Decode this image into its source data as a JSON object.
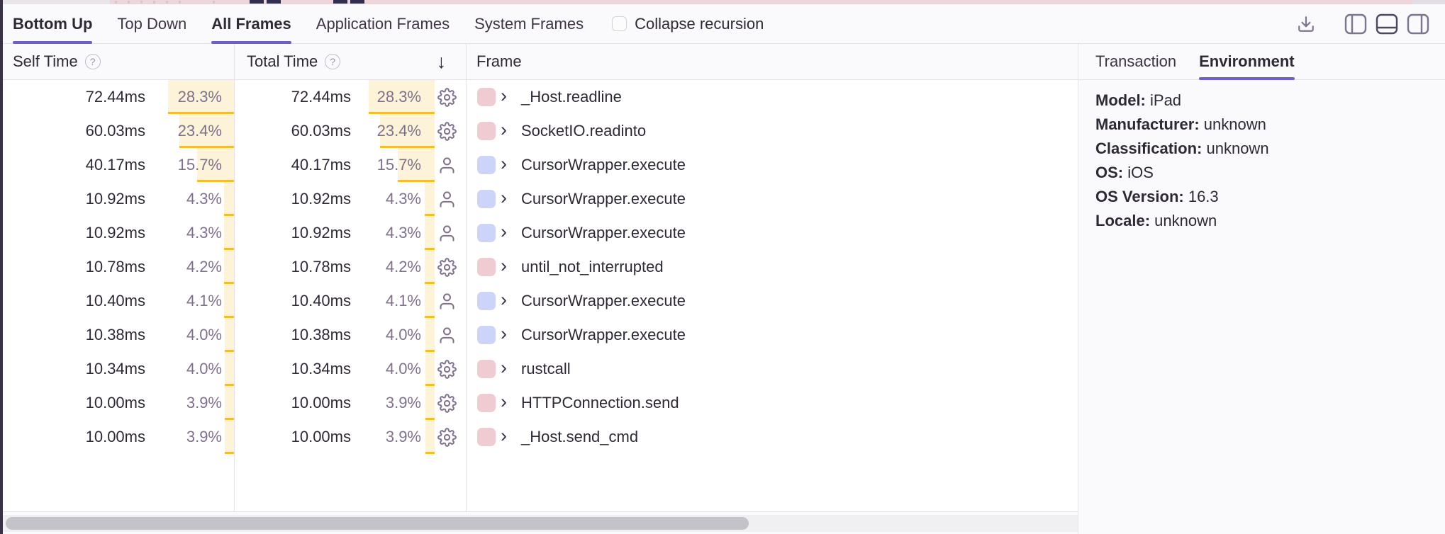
{
  "minimap": {
    "description": "bottom sliver of flamegraph minimap",
    "marks_x": [
      352,
      376,
      470,
      494
    ],
    "ticks_x": [
      162,
      180,
      198,
      216,
      234,
      252,
      300
    ]
  },
  "toolbar": {
    "tabs": [
      {
        "label": "Bottom Up",
        "active": true
      },
      {
        "label": "Top Down",
        "active": false
      },
      {
        "label": "All Frames",
        "active": true
      },
      {
        "label": "Application Frames",
        "active": false
      },
      {
        "label": "System Frames",
        "active": false
      }
    ],
    "collapse_recursion_label": "Collapse recursion",
    "collapse_recursion_checked": false,
    "action_icons": [
      "download-icon",
      "layout-left-panel-icon",
      "layout-bottom-panel-icon",
      "layout-right-panel-icon"
    ]
  },
  "table_header": {
    "self_time": "Self Time",
    "total_time": "Total Time",
    "frame": "Frame",
    "sort_column": "Total Time",
    "sort_direction": "descending"
  },
  "glyphs": {
    "chevron": "›",
    "sort_down": "↓",
    "help": "?"
  },
  "table": {
    "rows": [
      {
        "self_time": "72.44ms",
        "self_pct": "28.3%",
        "self_pct_value": 28.3,
        "total_time": "72.44ms",
        "total_pct": "28.3%",
        "total_pct_value": 28.3,
        "frame_kind": "system",
        "chip": "pink",
        "frame": "_Host.readline"
      },
      {
        "self_time": "60.03ms",
        "self_pct": "23.4%",
        "self_pct_value": 23.4,
        "total_time": "60.03ms",
        "total_pct": "23.4%",
        "total_pct_value": 23.4,
        "frame_kind": "system",
        "chip": "pink",
        "frame": "SocketIO.readinto"
      },
      {
        "self_time": "40.17ms",
        "self_pct": "15.7%",
        "self_pct_value": 15.7,
        "total_time": "40.17ms",
        "total_pct": "15.7%",
        "total_pct_value": 15.7,
        "frame_kind": "application",
        "chip": "blue",
        "frame": "CursorWrapper.execute"
      },
      {
        "self_time": "10.92ms",
        "self_pct": "4.3%",
        "self_pct_value": 4.3,
        "total_time": "10.92ms",
        "total_pct": "4.3%",
        "total_pct_value": 4.3,
        "frame_kind": "application",
        "chip": "blue",
        "frame": "CursorWrapper.execute"
      },
      {
        "self_time": "10.92ms",
        "self_pct": "4.3%",
        "self_pct_value": 4.3,
        "total_time": "10.92ms",
        "total_pct": "4.3%",
        "total_pct_value": 4.3,
        "frame_kind": "application",
        "chip": "blue",
        "frame": "CursorWrapper.execute"
      },
      {
        "self_time": "10.78ms",
        "self_pct": "4.2%",
        "self_pct_value": 4.2,
        "total_time": "10.78ms",
        "total_pct": "4.2%",
        "total_pct_value": 4.2,
        "frame_kind": "system",
        "chip": "pink",
        "frame": "until_not_interrupted"
      },
      {
        "self_time": "10.40ms",
        "self_pct": "4.1%",
        "self_pct_value": 4.1,
        "total_time": "10.40ms",
        "total_pct": "4.1%",
        "total_pct_value": 4.1,
        "frame_kind": "application",
        "chip": "blue",
        "frame": "CursorWrapper.execute"
      },
      {
        "self_time": "10.38ms",
        "self_pct": "4.0%",
        "self_pct_value": 4.0,
        "total_time": "10.38ms",
        "total_pct": "4.0%",
        "total_pct_value": 4.0,
        "frame_kind": "application",
        "chip": "blue",
        "frame": "CursorWrapper.execute"
      },
      {
        "self_time": "10.34ms",
        "self_pct": "4.0%",
        "self_pct_value": 4.0,
        "total_time": "10.34ms",
        "total_pct": "4.0%",
        "total_pct_value": 4.0,
        "frame_kind": "system",
        "chip": "pink",
        "frame": "rustcall"
      },
      {
        "self_time": "10.00ms",
        "self_pct": "3.9%",
        "self_pct_value": 3.9,
        "total_time": "10.00ms",
        "total_pct": "3.9%",
        "total_pct_value": 3.9,
        "frame_kind": "system",
        "chip": "pink",
        "frame": "HTTPConnection.send"
      },
      {
        "self_time": "10.00ms",
        "self_pct": "3.9%",
        "self_pct_value": 3.9,
        "total_time": "10.00ms",
        "total_pct": "3.9%",
        "total_pct_value": 3.9,
        "frame_kind": "system",
        "chip": "pink",
        "frame": "_Host.send_cmd"
      }
    ]
  },
  "details_panel": {
    "tabs": [
      {
        "label": "Transaction",
        "active": false
      },
      {
        "label": "Environment",
        "active": true
      }
    ],
    "fields": [
      {
        "label": "Model:",
        "value": "iPad"
      },
      {
        "label": "Manufacturer:",
        "value": "unknown"
      },
      {
        "label": "Classification:",
        "value": "unknown"
      },
      {
        "label": "OS:",
        "value": "iOS"
      },
      {
        "label": "OS Version:",
        "value": "16.3"
      },
      {
        "label": "Locale:",
        "value": "unknown"
      }
    ]
  },
  "colors": {
    "accent_purple": "#6c5fc7",
    "heat_bar_bg": "#fcf3d8",
    "heat_bar_border": "#f2bd2e",
    "chip_pink": "#efccd2",
    "chip_blue": "#ccd4f7",
    "text_dark": "#2f2936",
    "text_muted": "#80708f",
    "border": "#e6e0e9",
    "minimap_pink": "#eed5d9"
  }
}
